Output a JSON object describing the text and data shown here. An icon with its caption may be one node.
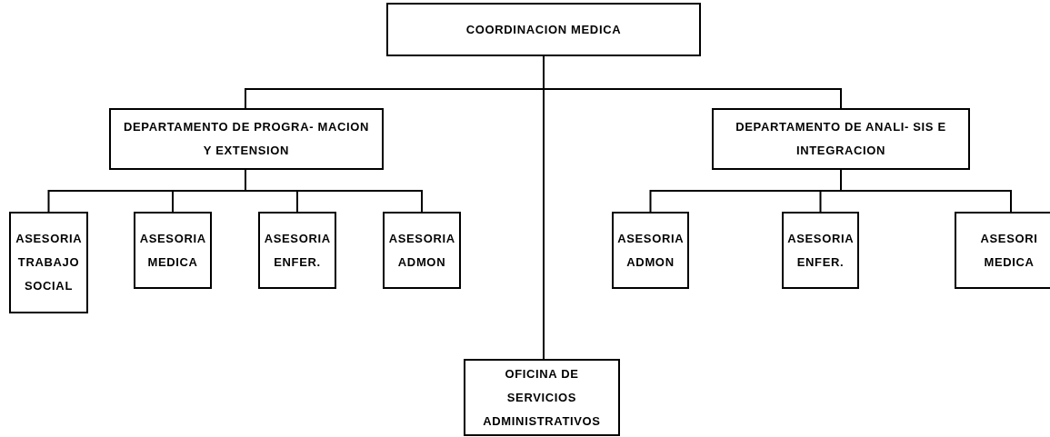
{
  "diagram": {
    "nodes": [
      {
        "text": [
          "COORDINACION MEDICA"
        ]
      },
      {
        "text": [
          "DEPARTAMENTO DE PROGRA- MACION Y EXTENSION"
        ]
      },
      {
        "text": [
          "DEPARTAMENTO DE ANALI- SIS E INTEGRACION"
        ]
      },
      {
        "text": [
          "ASESORIA TRABAJO SOCIAL"
        ]
      },
      {
        "text": [
          "ASESORIA MEDICA"
        ]
      },
      {
        "text": [
          "ASESORIA ENFER."
        ]
      },
      {
        "text": [
          "ASESORIA ADMON"
        ]
      },
      {
        "text": [
          "ASESORIA ADMON"
        ]
      },
      {
        "text": [
          "ASESORIA ENFER."
        ]
      },
      {
        "text": [
          "ASESORI MEDICA"
        ]
      },
      {
        "text": [
          "OFICINA DE SERVICIOS ADMINISTRATIVOS"
        ]
      }
    ],
    "edges": [
      {
        "from": 0,
        "to": 1,
        "arrow": "none"
      },
      {
        "from": 0,
        "to": 2,
        "arrow": "none"
      },
      {
        "from": 0,
        "to": 10,
        "arrow": "none"
      },
      {
        "from": 1,
        "to": 3,
        "arrow": "none"
      },
      {
        "from": 1,
        "to": 4,
        "arrow": "none"
      },
      {
        "from": 1,
        "to": 5,
        "arrow": "none"
      },
      {
        "from": 1,
        "to": 6,
        "arrow": "none"
      },
      {
        "from": 2,
        "to": 7,
        "arrow": "none"
      },
      {
        "from": 2,
        "to": 8,
        "arrow": "none"
      },
      {
        "from": 2,
        "to": 9,
        "arrow": "none"
      }
    ]
  }
}
